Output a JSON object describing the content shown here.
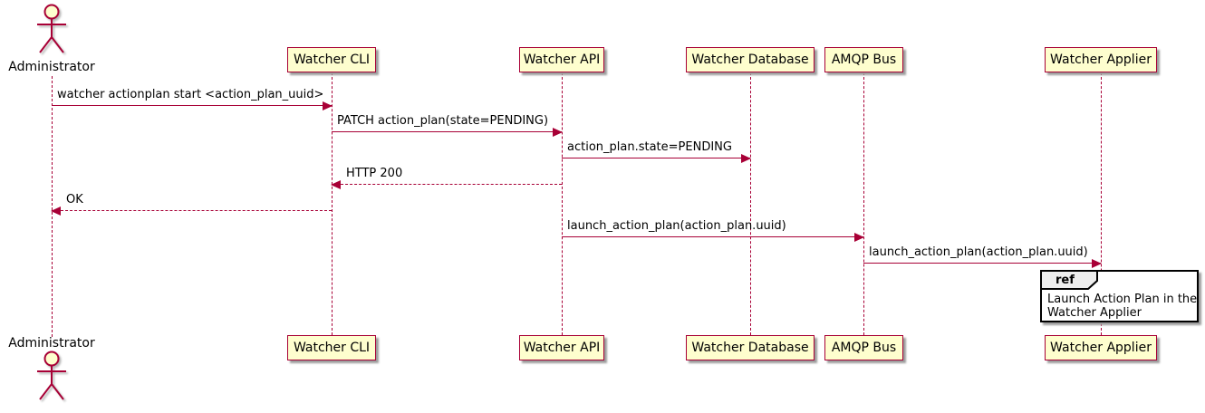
{
  "diagram": {
    "type": "sequence",
    "actor": {
      "name": "Administrator"
    },
    "participants": [
      {
        "label": "Watcher CLI"
      },
      {
        "label": "Watcher API"
      },
      {
        "label": "Watcher Database"
      },
      {
        "label": "AMQP Bus"
      },
      {
        "label": "Watcher Applier"
      }
    ],
    "messages": [
      {
        "label": "watcher actionplan start <action_plan_uuid>",
        "from": "Administrator",
        "to": "Watcher CLI",
        "line": "solid"
      },
      {
        "label": "PATCH action_plan(state=PENDING)",
        "from": "Watcher CLI",
        "to": "Watcher API",
        "line": "solid"
      },
      {
        "label": "action_plan.state=PENDING",
        "from": "Watcher API",
        "to": "Watcher Database",
        "line": "solid"
      },
      {
        "label": "HTTP 200",
        "from": "Watcher API",
        "to": "Watcher CLI",
        "line": "dashed"
      },
      {
        "label": "OK",
        "from": "Watcher CLI",
        "to": "Administrator",
        "line": "dashed"
      },
      {
        "label": "launch_action_plan(action_plan.uuid)",
        "from": "Watcher API",
        "to": "AMQP Bus",
        "line": "solid"
      },
      {
        "label": "launch_action_plan(action_plan.uuid)",
        "from": "AMQP Bus",
        "to": "Watcher Applier",
        "line": "solid"
      }
    ],
    "ref": {
      "keyword": "ref",
      "line1": "Launch Action Plan in the",
      "line2": "Watcher Applier",
      "over": "Watcher Applier"
    },
    "colors": {
      "participant_fill": "#FEFECE",
      "participant_border": "#A80036",
      "arrow": "#A80036",
      "lifeline": "#A80036",
      "text": "#000000",
      "ref_border": "#000000",
      "ref_header_fill": "#EEEEEE",
      "background": "#FFFFFF"
    }
  }
}
